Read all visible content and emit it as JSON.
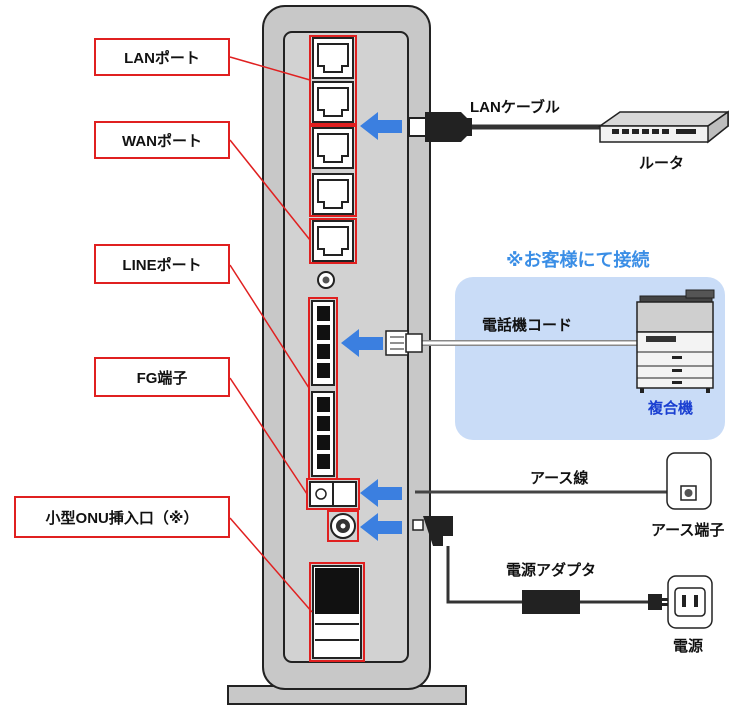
{
  "labels": {
    "lan_port": "LANポート",
    "wan_port": "WANポート",
    "line_port": "LINEポート",
    "fg_terminal": "FG端子",
    "onu_slot": "小型ONU挿入口（※）"
  },
  "connections": {
    "lan_cable": "LANケーブル",
    "router": "ルータ",
    "customer_note": "※お客様にて接続",
    "phone_cord": "電話機コード",
    "multifunction_device": "複合機",
    "earth_wire": "アース線",
    "earth_terminal": "アース端子",
    "power_adapter": "電源アダプタ",
    "power": "電源"
  },
  "colors": {
    "highlight": "#e02020",
    "arrow": "#3b7fe0",
    "note": "#3a8ee6",
    "device_name": "#1a3fd1",
    "customer_area": "#c9dcf7",
    "device_body": "#c8c8c8"
  }
}
